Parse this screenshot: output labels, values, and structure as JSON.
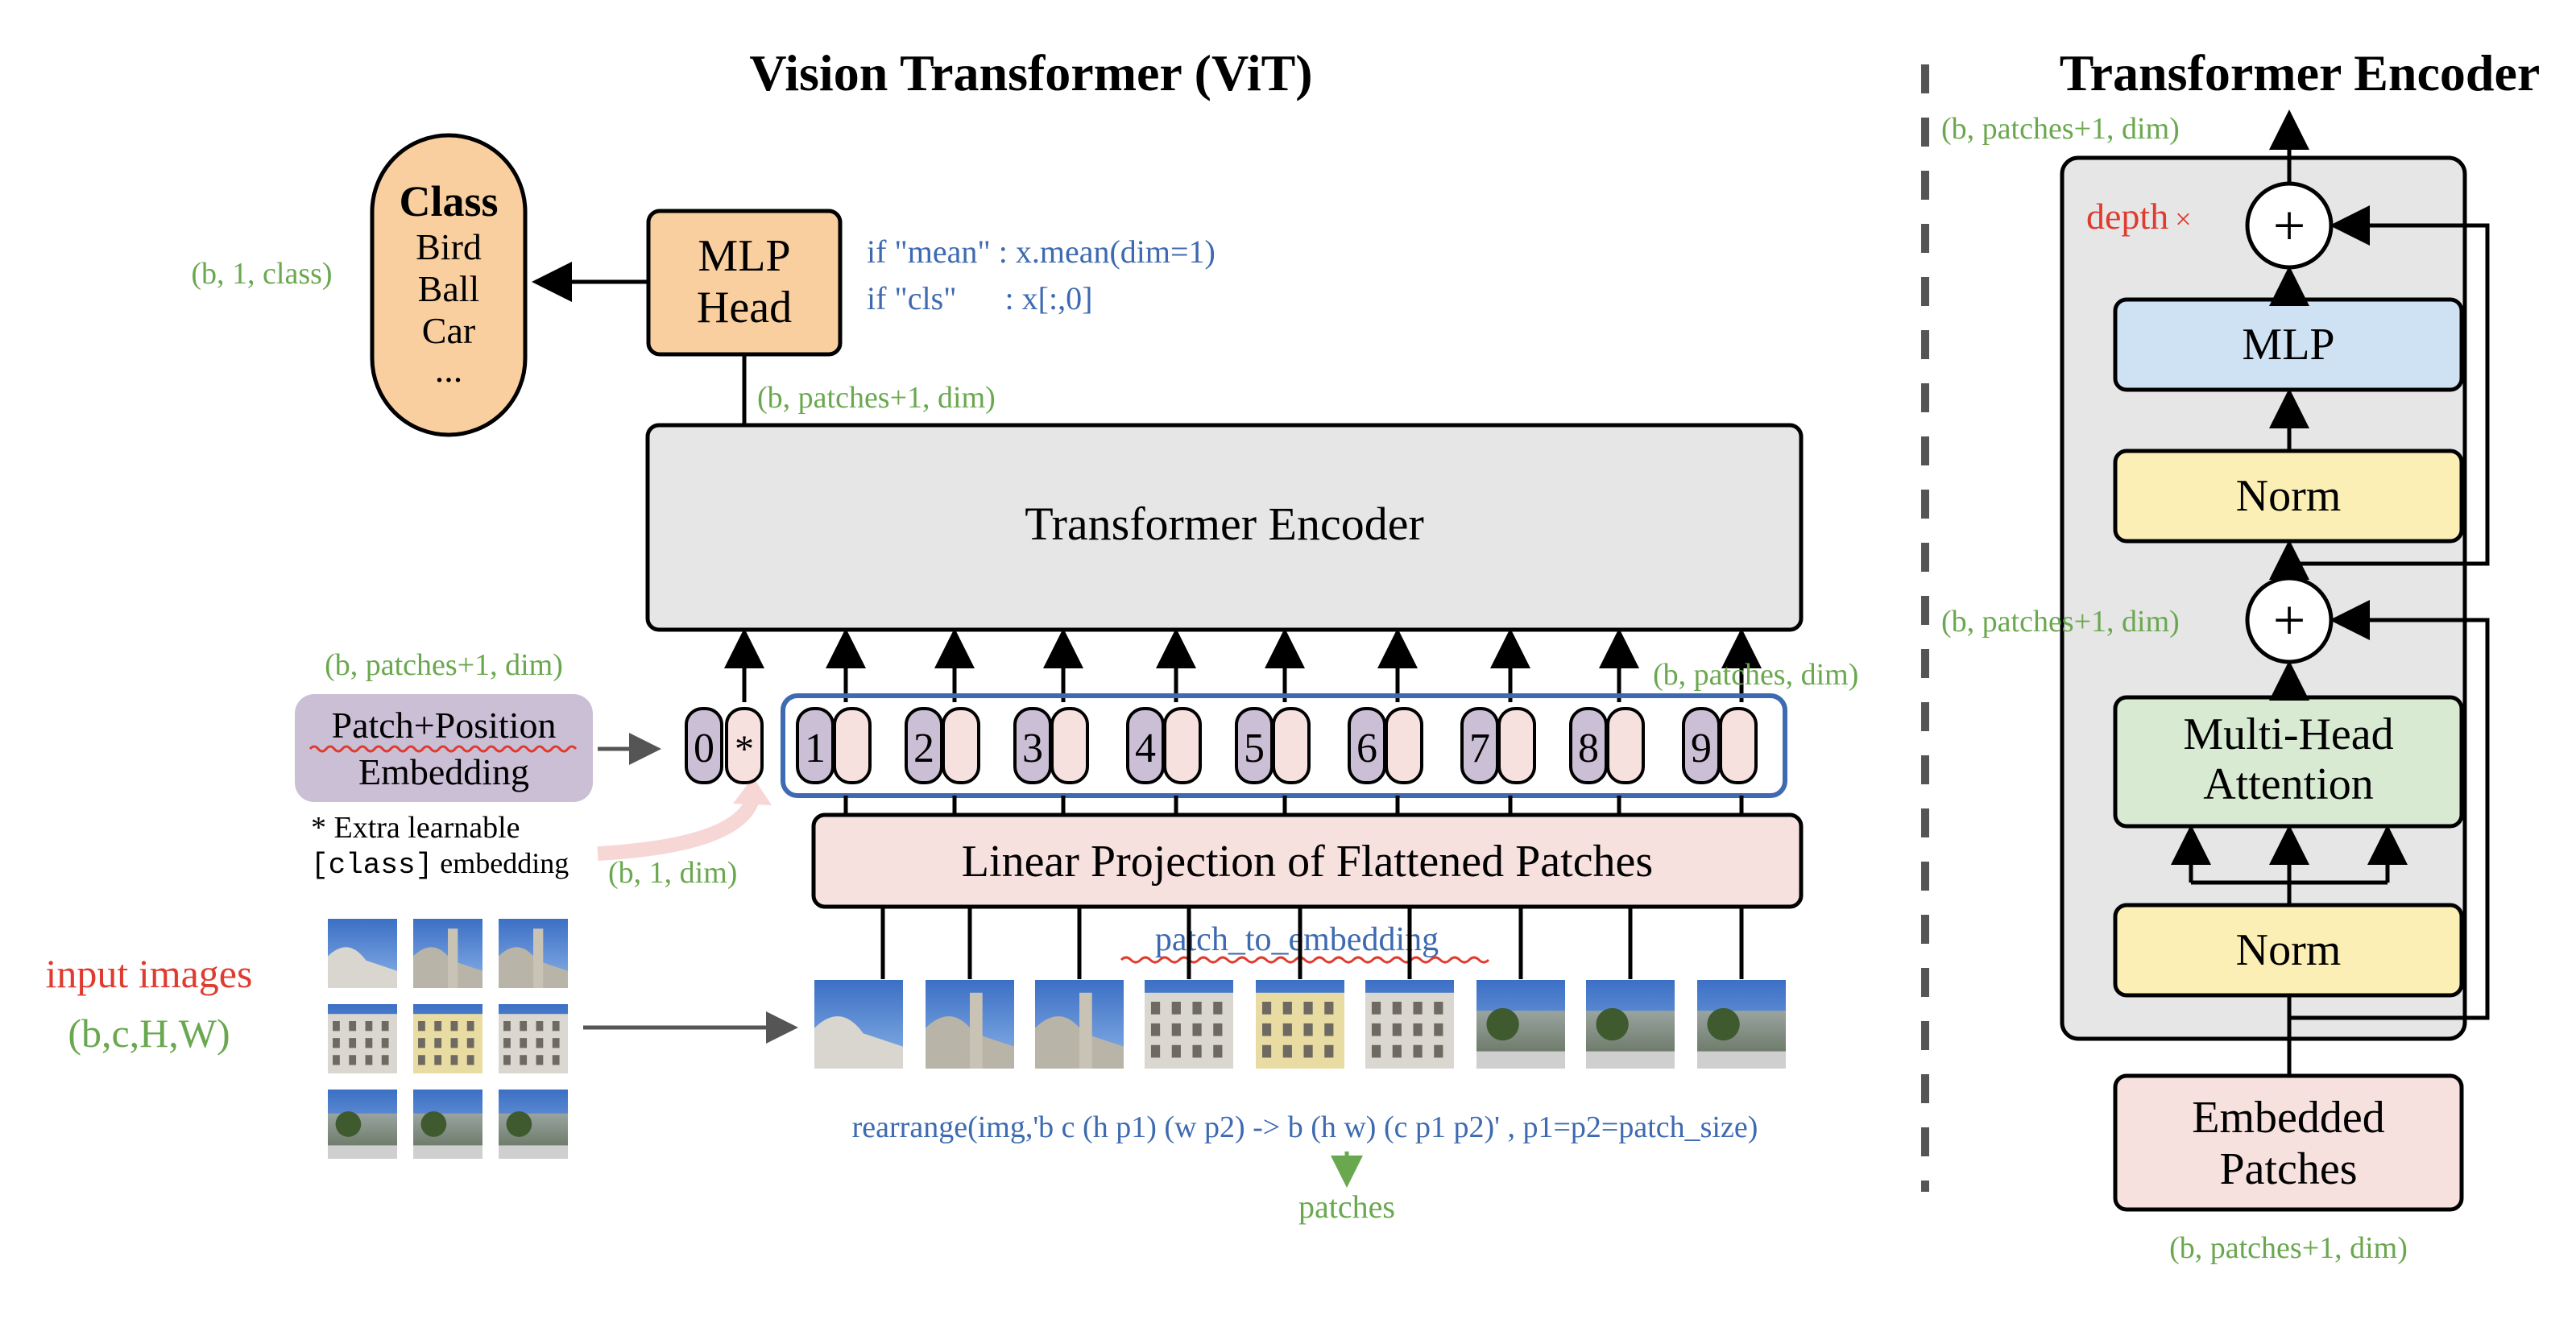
{
  "titles": {
    "vit": "Vision Transformer (ViT)",
    "encoder": "Transformer Encoder"
  },
  "class_box": {
    "heading": "Class",
    "items": [
      "Bird",
      "Ball",
      "Car",
      "..."
    ]
  },
  "mlp_head": {
    "line1": "MLP",
    "line2": "Head"
  },
  "pool": {
    "mean": "if \"mean\" : x.mean(dim=1)",
    "cls": "if \"cls\"      : x[:,0]"
  },
  "shapes": {
    "class_out": "(b, 1, class)",
    "encoder_out": "(b, patches+1, dim)",
    "embed_out": "(b, patches+1, dim)",
    "patches_dim": "(b, patches, dim)",
    "cls_dim": "(b, 1, dim)",
    "enc_top": "(b, patches+1, dim)",
    "enc_mid": "(b, patches+1, dim)",
    "enc_bottom": "(b, patches+1, dim)",
    "input_shape": "(b,c,H,W)"
  },
  "transformer_encoder_label": "Transformer Encoder",
  "patch_pos": {
    "line1": "Patch+Position",
    "line2": "Embedding"
  },
  "extra_note": {
    "line1": "* Extra learnable",
    "code": "[class]",
    "rest": " embedding"
  },
  "tokens": {
    "zero": "0",
    "star": "*",
    "numbers": [
      "1",
      "2",
      "3",
      "4",
      "5",
      "6",
      "7",
      "8",
      "9"
    ]
  },
  "linear_proj": "Linear Projection of Flattened Patches",
  "patch_to_embedding": "patch_to_embedding",
  "input_images": "input images",
  "rearrange": "rearrange(img,'b c (h p1) (w p2) -> b (h w) (c p1 p2)' , p1=p2=patch_size)",
  "patches_label": "patches",
  "encoder_block": {
    "depth": "depth",
    "times": "×",
    "mlp": "MLP",
    "norm_top": "Norm",
    "mha_line1": "Multi-Head",
    "mha_line2": "Attention",
    "norm_bottom": "Norm",
    "embedded_line1": "Embedded",
    "embedded_line2": "Patches",
    "plus": "+"
  },
  "colors": {
    "green_text": "#6aa84f",
    "blue_text": "#3d6ab0",
    "red_text": "#e03b2f",
    "orange_fill": "#f9cf9f",
    "gray_fill": "#e6e6e6",
    "pink_fill": "#f7e1df",
    "purple_fill": "#cbbfd6",
    "blue_fill": "#cfe2f3",
    "yellow_fill": "#fcefb5",
    "green_fill": "#d9ead3"
  }
}
